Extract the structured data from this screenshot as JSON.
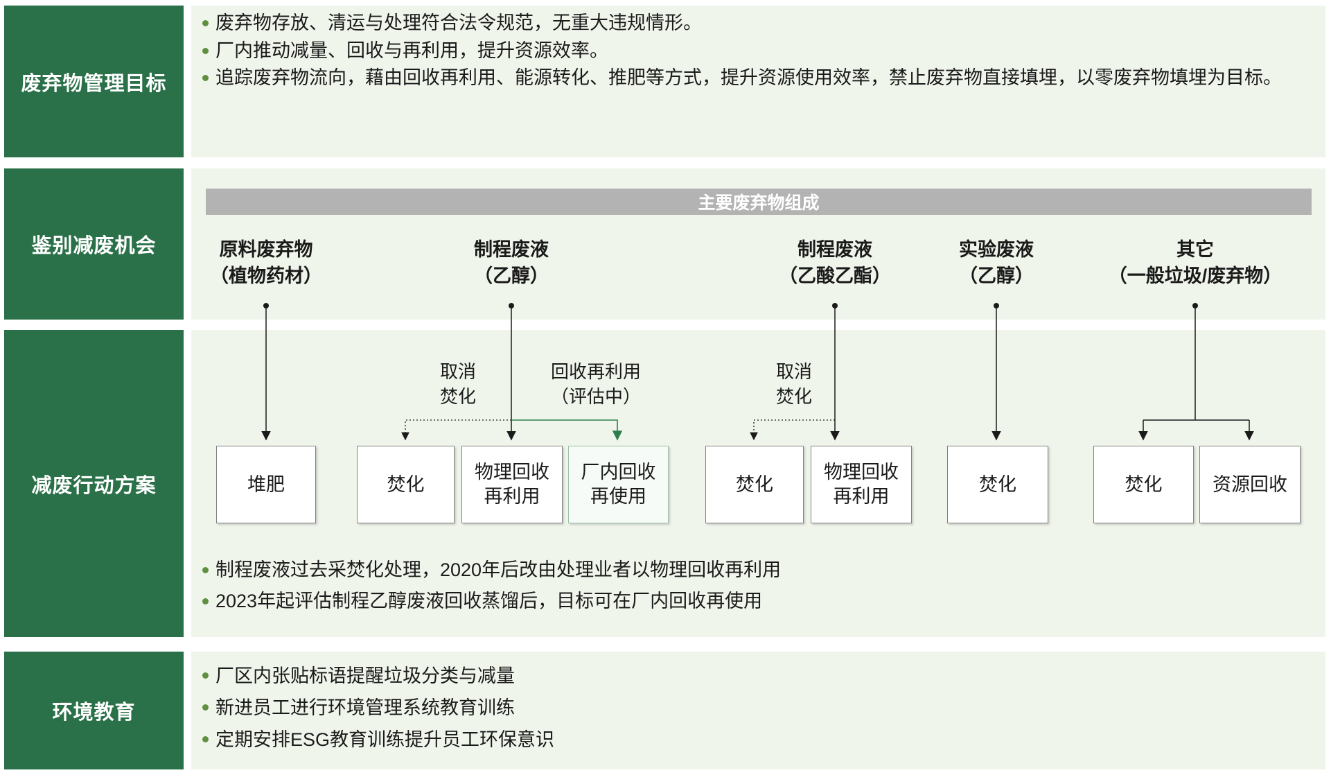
{
  "colors": {
    "sidebar_green": "#2a7048",
    "panel_bg": "#f0f5ec",
    "banner_gray": "#b3b3b3",
    "bullet_dot_green": "#5e9040",
    "arrow_black": "#1a1a1a",
    "arrow_green": "#2e7d4c",
    "box_border": "#828282"
  },
  "sidebar": {
    "goals": "废弃物管理目标",
    "opportunities": "鉴别减废机会",
    "actions": "减废行动方案",
    "education": "环境教育"
  },
  "goals": {
    "bullets": [
      "废弃物存放、清运与处理符合法令规范，无重大违规情形。",
      "厂内推动减量、回收与再利用，提升资源效率。",
      "追踪废弃物流向，藉由回收再利用、能源转化、推肥等方式，提升资源使用效率，禁止废弃物直接填埋，以零废弃物填埋为目标。"
    ]
  },
  "opportunities": {
    "banner": "主要废弃物组成",
    "columns": [
      {
        "title": "原料废弃物",
        "subtitle": "（植物药材）"
      },
      {
        "title": "制程废液",
        "subtitle": "（乙醇）"
      },
      {
        "title": "制程废液",
        "subtitle": "（乙酸乙酯）"
      },
      {
        "title": "实验废液",
        "subtitle": "（乙醇）"
      },
      {
        "title": "其它",
        "subtitle": "（一般垃圾/废弃物）"
      }
    ]
  },
  "actions": {
    "annotations": {
      "cancel_incineration_1": "取消\n焚化",
      "recycle_reuse_evaluating": "回收再利用\n（评估中）",
      "cancel_incineration_2": "取消\n焚化"
    },
    "boxes": [
      "堆肥",
      "焚化",
      "物理回收\n再利用",
      "厂内回收\n再使用",
      "焚化",
      "物理回收\n再利用",
      "焚化",
      "焚化",
      "资源回收"
    ],
    "bullets": [
      "制程废液过去采焚化处理，2020年后改由处理业者以物理回收再利用",
      "2023年起评估制程乙醇废液回收蒸馏后，目标可在厂内回收再使用"
    ]
  },
  "education": {
    "bullets": [
      "厂区内张贴标语提醒垃圾分类与减量",
      "新进员工进行环境管理系统教育训练",
      "定期安排ESG教育训练提升员工环保意识"
    ]
  }
}
